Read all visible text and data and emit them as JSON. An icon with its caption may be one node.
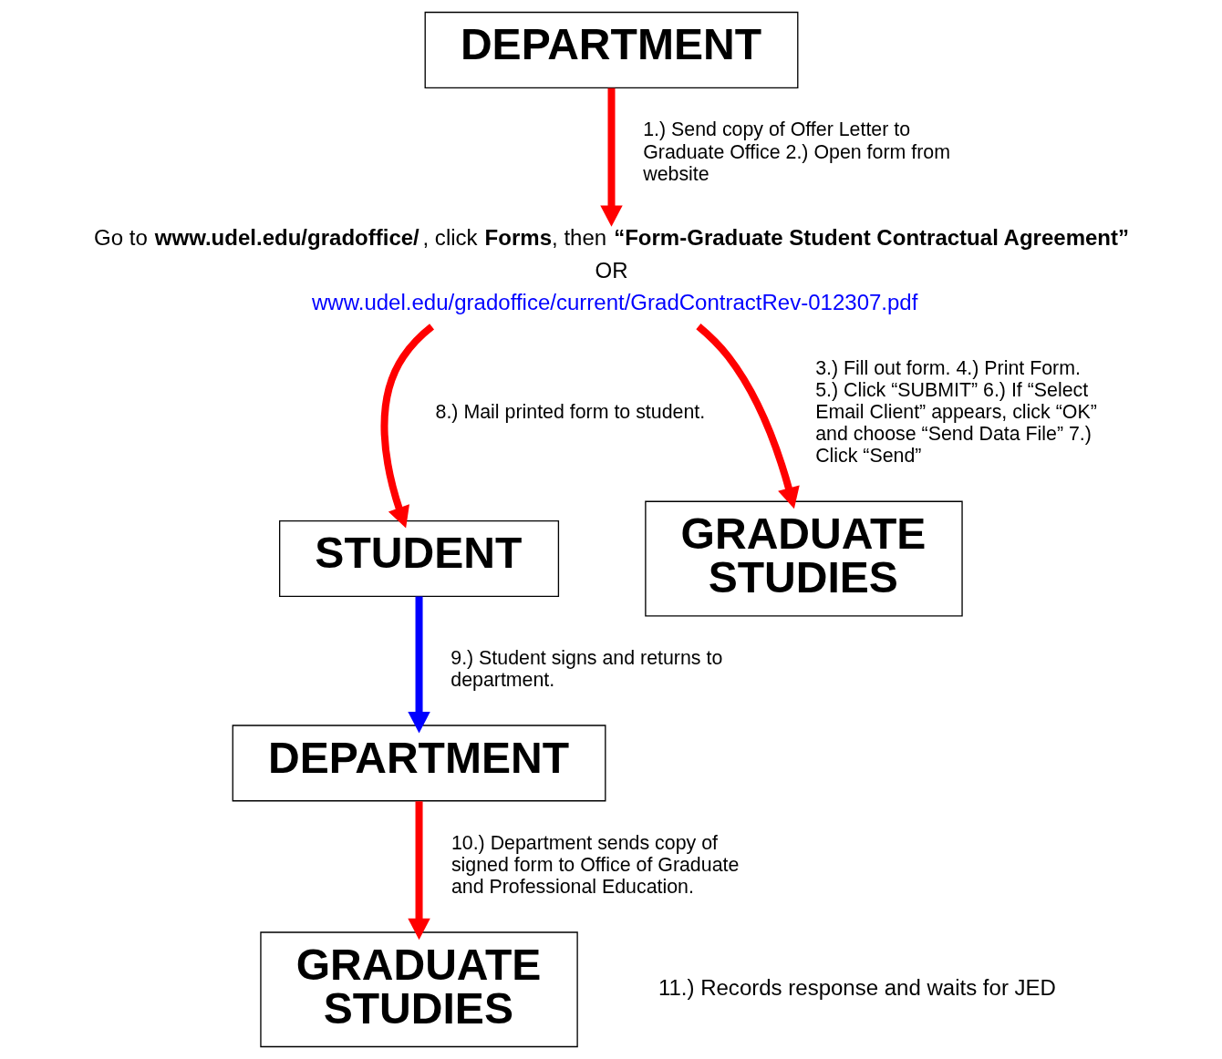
{
  "diagram": {
    "nodes": [
      {
        "text": [
          "DEPARTMENT"
        ]
      },
      {
        "text": [
          "Go to **www.udel.edu/gradoffice/**, click **Forms**, then **“Form-Graduate Student Contractual Agreement”**",
          "OR",
          "www.udel.edu/gradoffice/current/GradContractRev-012307.pdf"
        ]
      },
      {
        "text": [
          "STUDENT"
        ]
      },
      {
        "text": [
          "GRADUATE STUDIES"
        ]
      },
      {
        "text": [
          "DEPARTMENT"
        ]
      },
      {
        "text": [
          "GRADUATE STUDIES"
        ],
        "beside": [
          "11.) Records response and waits for JED"
        ]
      }
    ],
    "edges": [
      {
        "from": 0,
        "to": 1,
        "arrow": "to",
        "label": "1.) Send copy of Offer Letter to Graduate Office 2.) Open form from website"
      },
      {
        "from": 1,
        "to": 3,
        "arrow": "to",
        "label": "3.) Fill out form. 4.) Print Form. 5.) Click “SUBMIT” 6.) If “Select Email Client” appears, click “OK” and choose “Send Data File” 7.) Click “Send”"
      },
      {
        "from": 1,
        "to": 2,
        "arrow": "to",
        "label": "8.) Mail printed form to student."
      },
      {
        "from": 2,
        "to": 4,
        "arrow": "to",
        "label": "9.) Student signs and returns to department.",
        "color": "#0000ff"
      },
      {
        "from": 4,
        "to": 5,
        "arrow": "to",
        "label": "10.) Department sends copy of signed form to Office of Graduate and Professional Education."
      }
    ]
  }
}
